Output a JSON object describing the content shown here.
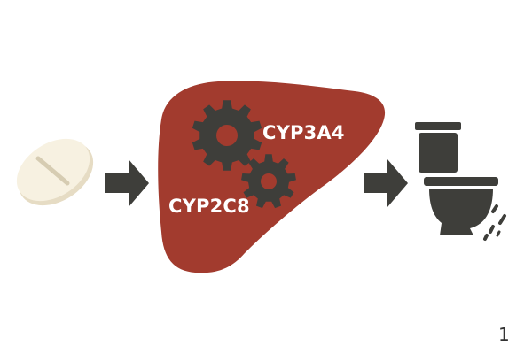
{
  "colors": {
    "background": "#ffffff",
    "pill_fill": "#f7f1e1",
    "pill_shadow": "#e6dcc4",
    "pill_score": "#d6ccb2",
    "arrow": "#3e3e3a",
    "liver": "#a23b2e",
    "liver_edge": "#8f3124",
    "gear": "#3e3e3a",
    "enzyme_text": "#ffffff",
    "toilet": "#3e3e3a",
    "page_number": "#333333"
  },
  "icons": {
    "pill": "pill-tablet-icon",
    "arrow_to_liver": "right-arrow-icon",
    "liver": "liver-icon",
    "gear_large": "gear-icon",
    "gear_small": "gear-icon",
    "arrow_to_toilet": "right-arrow-icon",
    "toilet": "toilet-icon",
    "splash": "water-splash-icon"
  },
  "enzymes": {
    "primary": "CYP3A4",
    "secondary": "CYP2C8"
  },
  "page_number": "1"
}
